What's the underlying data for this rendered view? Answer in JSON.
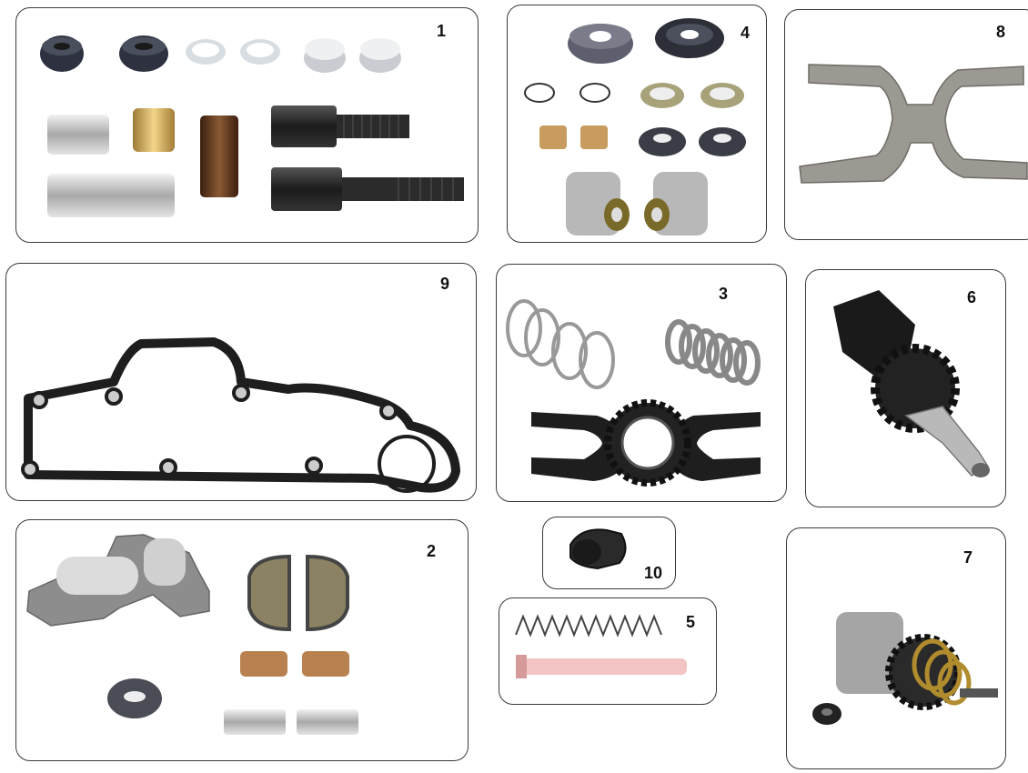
{
  "panels": [
    {
      "label": "1"
    },
    {
      "label": "4"
    },
    {
      "label": "8"
    },
    {
      "label": "9"
    },
    {
      "label": "3"
    },
    {
      "label": "6"
    },
    {
      "label": "2"
    },
    {
      "label": "10"
    },
    {
      "label": "5"
    },
    {
      "label": "7"
    }
  ]
}
